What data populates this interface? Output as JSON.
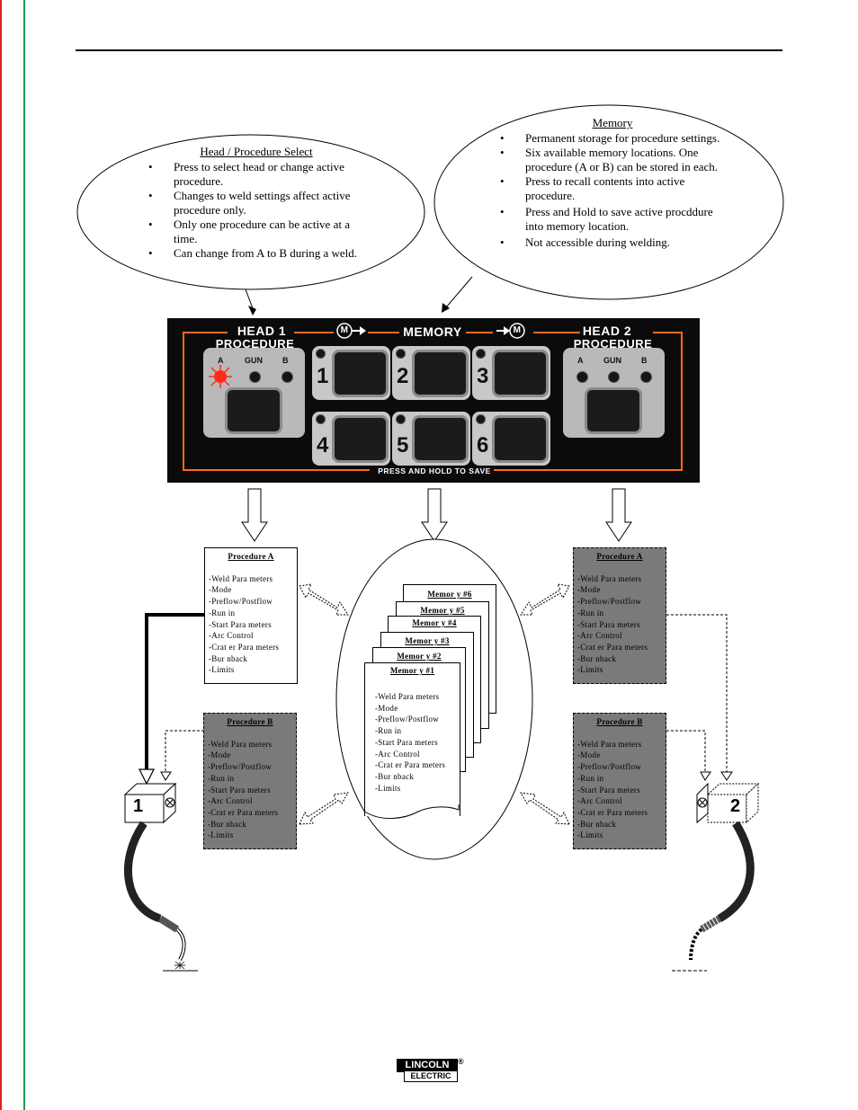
{
  "head_callout": {
    "title": "Head / Procedure Select",
    "bullets": [
      "Press to select head or change active procedure.",
      "Changes to weld settings affect active procedure only.",
      "Only one procedure can be active at a time.",
      "Can change from A to B during a weld."
    ]
  },
  "memory_callout": {
    "title": "Memory",
    "bullets": [
      "Permanent  storage for procedure settings.",
      "Six available memory locations. One procedure (A or B) can be stored in each.",
      "Press to recall contents into active procedure.",
      "Press and Hold to save active procddure into memory location.",
      "Not accessible during welding."
    ]
  },
  "panel": {
    "head1_line1": "HEAD 1",
    "head1_line2": "PROCEDURE",
    "memory_label": "MEMORY",
    "head2_line1": "HEAD 2",
    "head2_line2": "PROCEDURE",
    "recall_icon_letter": "M",
    "save_icon_letter": "M",
    "led_labels": [
      "A",
      "GUN",
      "B"
    ],
    "memory_buttons": [
      "1",
      "2",
      "3",
      "4",
      "5",
      "6"
    ],
    "footer": "PRESS AND HOLD TO SAVE",
    "active_led_color": "#ff2a1a",
    "accent_color": "#ff6a1a"
  },
  "procedures": {
    "items": [
      "-Weld Para meters",
      "-Mode",
      "-Preflow/Postflow",
      "-Run in",
      "-Start  Para meters",
      "-Arc Control",
      "-Crat er Para meters",
      "-Bur nback",
      "-Limits"
    ],
    "h1a_title": "Procedure    A",
    "h1b_title": "Procedure B",
    "h2a_title": "Procedure    A",
    "h2b_title": "Procedure B"
  },
  "memory_stack": {
    "titles": [
      "Memor y #6",
      "Memor y #5",
      "Memor y #4",
      "Memor y #3",
      "Memor y #2",
      "Memor y #1"
    ],
    "items": [
      "-Weld Para meters",
      "-Mode",
      "-Preflow/Postflow",
      "-Run in",
      "-Start  Para meters",
      "-Arc Control",
      "-Crat er Para meters",
      "-Bur nback",
      "-Limits"
    ]
  },
  "feeders": {
    "head1_number": "1",
    "head2_number": "2"
  },
  "logo": {
    "line1": "LINCOLN",
    "line2": "ELECTRIC",
    "registered": "®"
  }
}
